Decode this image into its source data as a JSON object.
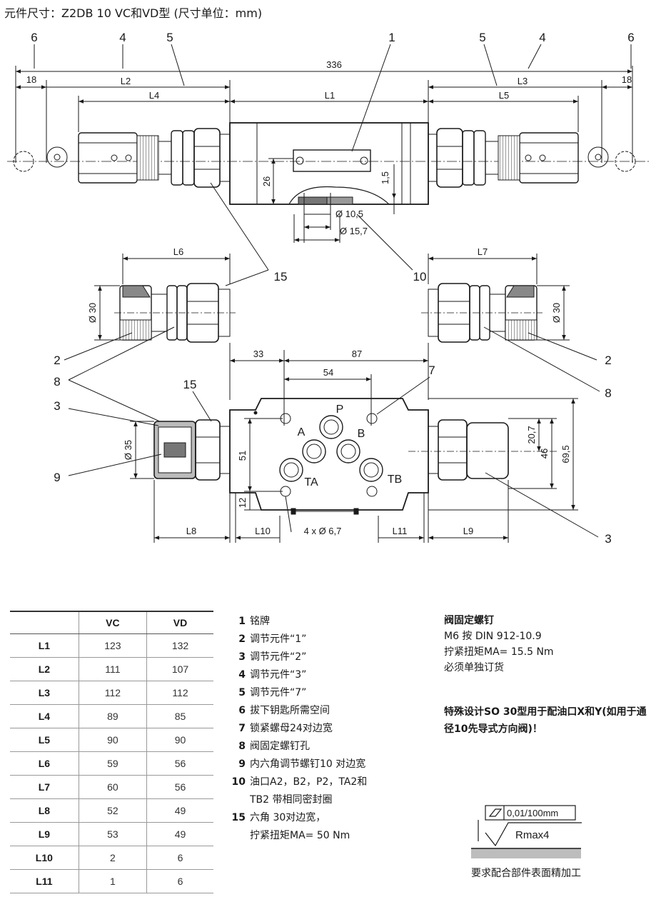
{
  "title": "元件尺寸：Z2DB 10 VC和VD型 (尺寸单位：mm)",
  "drawing": {
    "callouts": {
      "c1": "1",
      "c2": "2",
      "c3": "3",
      "c4": "4",
      "c5": "5",
      "c6": "6",
      "c7": "7",
      "c8": "8",
      "c9": "9",
      "c10": "10",
      "c15": "15"
    },
    "dims": {
      "d336": "336",
      "d18": "18",
      "L1": "L1",
      "L2": "L2",
      "L3": "L3",
      "L4": "L4",
      "L5": "L5",
      "L6": "L6",
      "L7": "L7",
      "L8": "L8",
      "L9": "L9",
      "L10": "L10",
      "L11": "L11",
      "d26": "26",
      "d1_5": "1,5",
      "d10_5": "Ø 10,5",
      "d15_7": "Ø 15,7",
      "d30": "Ø 30",
      "d33": "33",
      "d87": "87",
      "d54": "54",
      "d35": "Ø 35",
      "d51": "51",
      "d12": "12",
      "d4x6_7": "4 x Ø 6,7",
      "d20_7": "20,7",
      "d46": "46",
      "d69_5": "69,5"
    },
    "ports": {
      "P": "P",
      "A": "A",
      "B": "B",
      "TA": "TA",
      "TB": "TB"
    }
  },
  "table": {
    "headers": [
      "",
      "VC",
      "VD"
    ],
    "rows": [
      [
        "L1",
        "123",
        "132"
      ],
      [
        "L2",
        "111",
        "107"
      ],
      [
        "L3",
        "112",
        "112"
      ],
      [
        "L4",
        "89",
        "85"
      ],
      [
        "L5",
        "90",
        "90"
      ],
      [
        "L6",
        "59",
        "56"
      ],
      [
        "L7",
        "60",
        "56"
      ],
      [
        "L8",
        "52",
        "49"
      ],
      [
        "L9",
        "53",
        "49"
      ],
      [
        "L10",
        "2",
        "6"
      ],
      [
        "L11",
        "1",
        "6"
      ]
    ]
  },
  "legend": [
    {
      "num": "1",
      "text": "铭牌"
    },
    {
      "num": "2",
      "text": "调节元件“1”"
    },
    {
      "num": "3",
      "text": "调节元件“2”"
    },
    {
      "num": "4",
      "text": "调节元件“3”"
    },
    {
      "num": "5",
      "text": "调节元件“7”"
    },
    {
      "num": "6",
      "text": "拔下钥匙所需空间"
    },
    {
      "num": "7",
      "text": "锁紧螺母24对边宽"
    },
    {
      "num": "8",
      "text": "阀固定螺钉孔"
    },
    {
      "num": "9",
      "text": "内六角调节螺钉10 对边宽"
    },
    {
      "num": "10",
      "text": "油口A2，B2，P2，TA2和\nTB2 带相同密封圈"
    },
    {
      "num": "15",
      "text": "六角 30对边宽，\n拧紧扭矩MA= 50 Nm"
    }
  ],
  "screws": {
    "heading": "阀固定螺钉",
    "line1": "M6 按 DIN 912-10.9",
    "line2": "拧紧扭矩MA= 15.5 Nm",
    "line3": "必须单独订货"
  },
  "special": "特殊设计SO 30型用于配油口X和Y(如用于通径10先导式方向阀)！",
  "surface": {
    "flatness": "0,01/100mm",
    "roughness": "Rmax4",
    "caption": "要求配合部件表面精加工"
  }
}
